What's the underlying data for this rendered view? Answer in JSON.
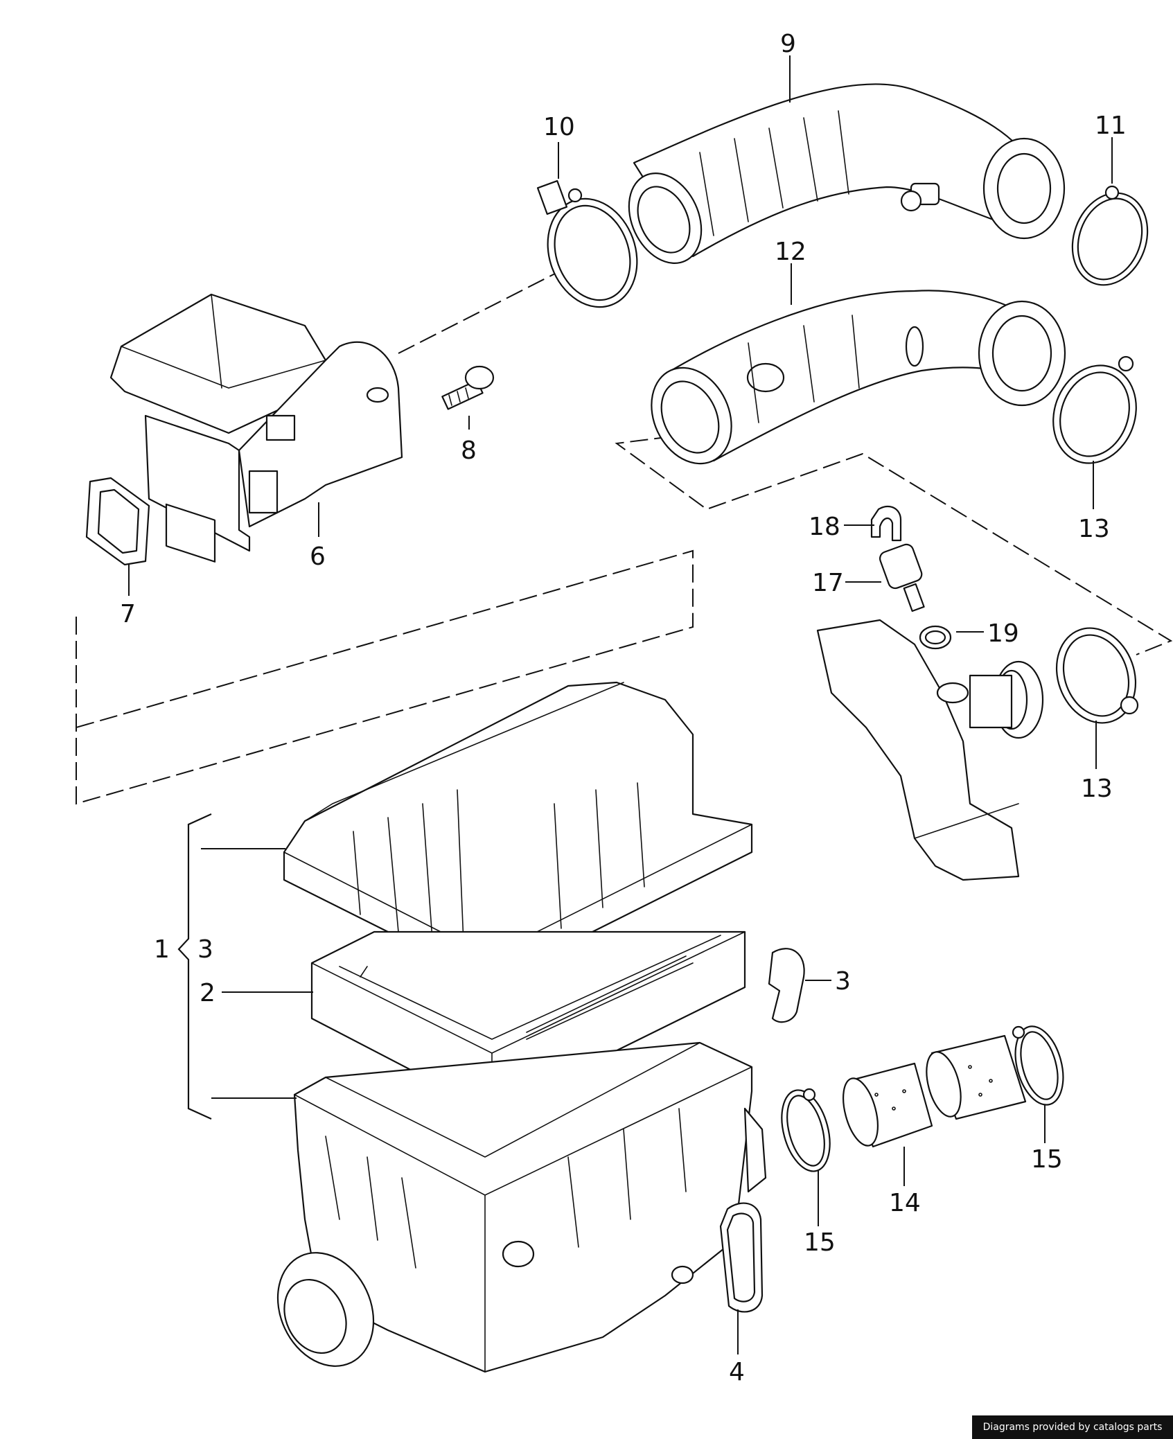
{
  "callouts": {
    "n1": "1",
    "n2": "2",
    "n3a": "3",
    "n3b": "3",
    "n4": "4",
    "n6": "6",
    "n7": "7",
    "n8": "8",
    "n9": "9",
    "n10": "10",
    "n11": "11",
    "n12": "12",
    "n13a": "13",
    "n13b": "13",
    "n14": "14",
    "n15a": "15",
    "n15b": "15",
    "n17": "17",
    "n18": "18",
    "n19": "19"
  },
  "credit": "Diagrams provided by catalogs parts"
}
